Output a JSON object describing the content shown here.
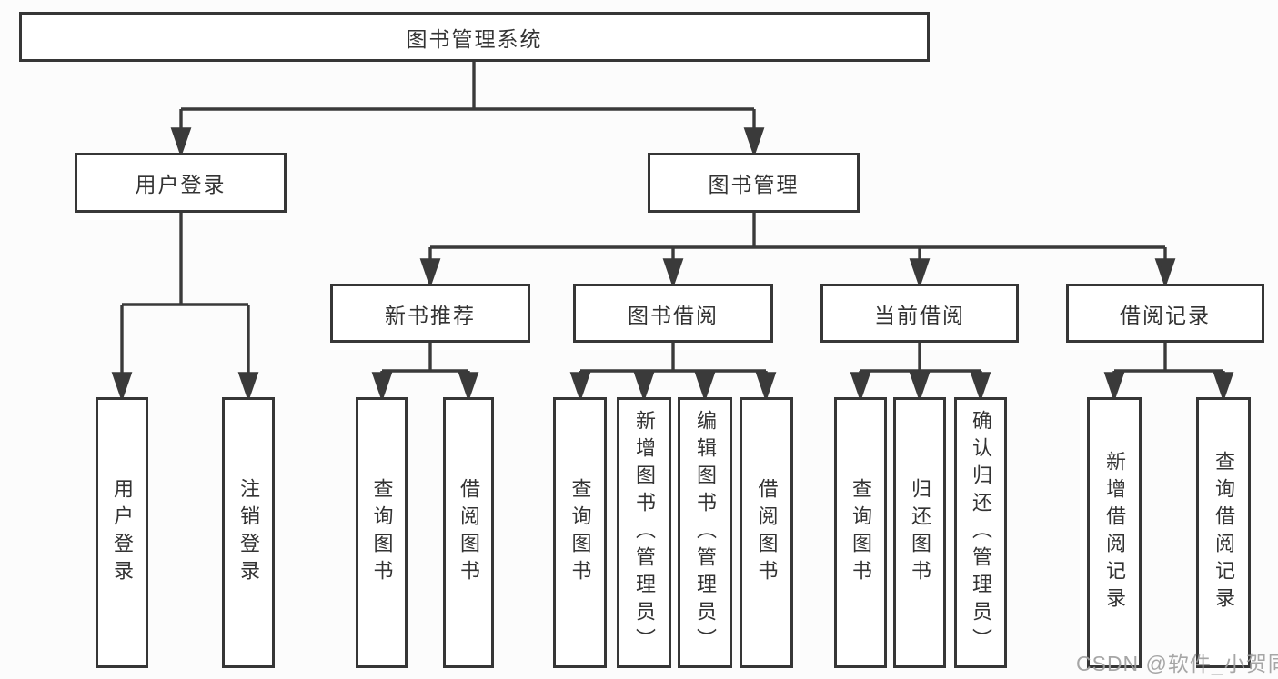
{
  "diagram": {
    "title": "图书管理系统",
    "branches": {
      "user_login": {
        "label": "用户登录",
        "children": [
          "用户登录",
          "注销登录"
        ]
      },
      "book_management": {
        "label": "图书管理",
        "sections": [
          {
            "label": "新书推荐",
            "children": [
              "查询图书",
              "借阅图书"
            ]
          },
          {
            "label": "图书借阅",
            "children": [
              "查询图书",
              "新增图书（管理员）",
              "编辑图书（管理员）",
              "借阅图书"
            ]
          },
          {
            "label": "当前借阅",
            "children": [
              "查询图书",
              "归还图书",
              "确认归还（管理员）"
            ]
          },
          {
            "label": "借阅记录",
            "children": [
              "新增借阅记录",
              "查询借阅记录"
            ]
          }
        ]
      }
    },
    "watermark": "CSDN @软件_小贺同学",
    "colors": {
      "line": "#3a3a3a",
      "border": "#363636",
      "text": "#333333",
      "watermark": "#9e9e9e"
    }
  }
}
